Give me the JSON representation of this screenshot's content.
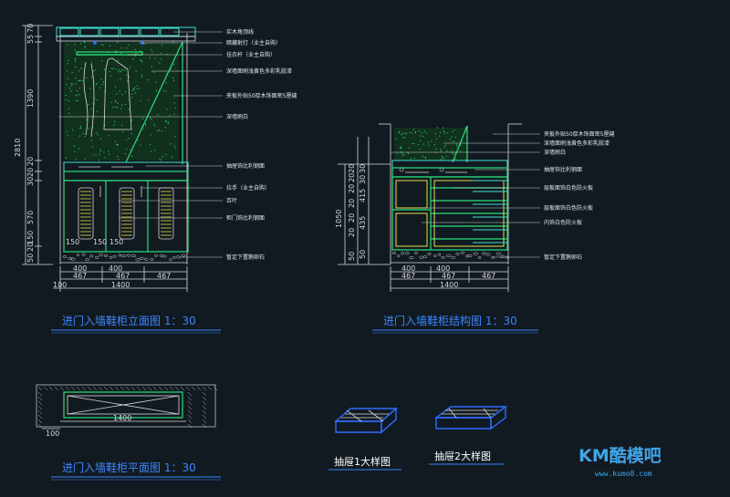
{
  "drawings": {
    "elevation": {
      "title": "进门入墙鞋柜立面图 1：30",
      "labels": [
        "实木角顶线",
        "暗藏射灯（业主自购）",
        "挂衣杆（业主自购）",
        "深墙面刷浅黄色多彩乳胶漆",
        "夹板外贴50厚木饰面密5厘缝",
        "深墙刷白",
        "抽屉饰比利钢面",
        "拉手（业主自购）",
        "百叶",
        "柜门饰比利钢面",
        "暂定下置鹅卵石"
      ],
      "dims_left": [
        "70",
        "55",
        "1390",
        "2810",
        "20",
        "20",
        "30",
        "570",
        "150",
        "20",
        "50"
      ],
      "dims_bottom": [
        "400",
        "400",
        "467",
        "467",
        "467",
        "100",
        "1400"
      ],
      "inner_dims": [
        "150",
        "150",
        "150"
      ]
    },
    "structure": {
      "title": "进门入墙鞋柜结构图 1：30",
      "labels": [
        "夹板外贴50厚木饰面密5厘缝",
        "深墙面刷浅黄色多彩乳胶漆",
        "深墙刷白",
        "抽屉饰比利钢面",
        "层板面饰白色防火板",
        "层板面饰白色防火板",
        "内饰白色防火板",
        "暂定下置鹅卵石"
      ],
      "dims_left": [
        "1050",
        "20",
        "30",
        "20",
        "30",
        "20",
        "415",
        "20",
        "435",
        "20",
        "50",
        "20",
        "50"
      ],
      "dims_bottom": [
        "400",
        "400",
        "467",
        "467",
        "467",
        "1400"
      ]
    },
    "plan": {
      "title": "进门入墙鞋柜平面图 1：30",
      "dims": [
        "1400",
        "100"
      ]
    },
    "drawer1": {
      "title": "抽屉1大样图"
    },
    "drawer2": {
      "title": "抽屉2大样图"
    }
  },
  "watermark": {
    "brand": "KM酷模吧",
    "url": "www.kumo8.com"
  },
  "colors": {
    "background": "#111a21",
    "green": "#29e07a",
    "cyan": "#40e0d0",
    "yellow": "#e8e04a",
    "blue": "#2f6bff",
    "title": "#3a86ff"
  }
}
